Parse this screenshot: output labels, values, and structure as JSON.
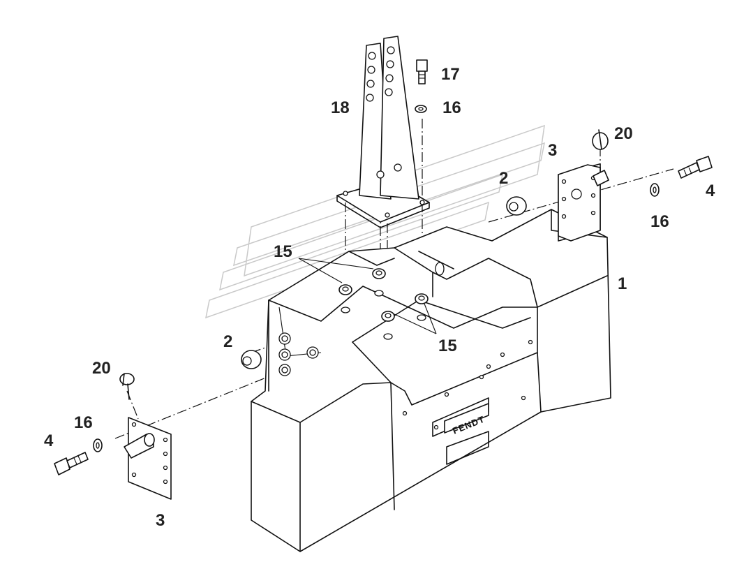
{
  "brand_plate": "FENDT",
  "callouts": [
    {
      "id": "c1",
      "text": "1"
    },
    {
      "id": "c2a",
      "text": "2"
    },
    {
      "id": "c2b",
      "text": "2"
    },
    {
      "id": "c3a",
      "text": "3"
    },
    {
      "id": "c3b",
      "text": "3"
    },
    {
      "id": "c4a",
      "text": "4"
    },
    {
      "id": "c4b",
      "text": "4"
    },
    {
      "id": "c15a",
      "text": "15"
    },
    {
      "id": "c15b",
      "text": "15"
    },
    {
      "id": "c16a",
      "text": "16"
    },
    {
      "id": "c16b",
      "text": "16"
    },
    {
      "id": "c16c",
      "text": "16"
    },
    {
      "id": "c17",
      "text": "17"
    },
    {
      "id": "c18",
      "text": "18"
    },
    {
      "id": "c20a",
      "text": "20"
    },
    {
      "id": "c20b",
      "text": "20"
    }
  ]
}
